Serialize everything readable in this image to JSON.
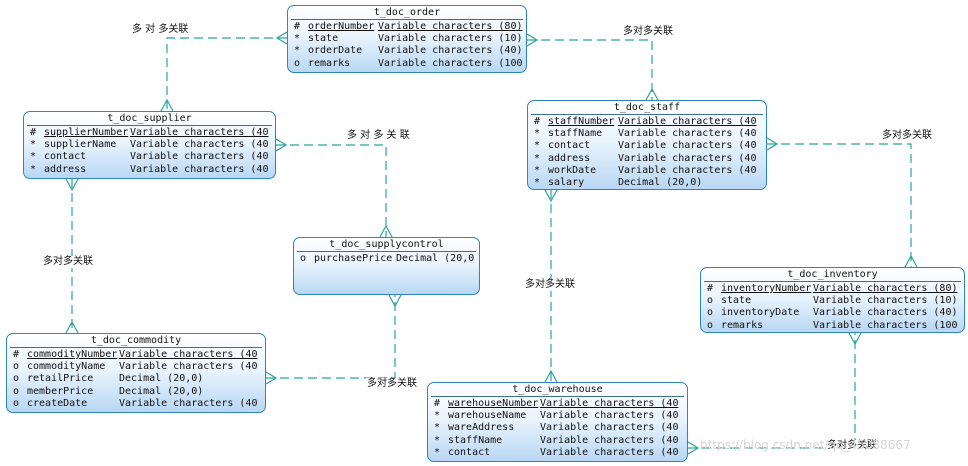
{
  "entities": {
    "order": {
      "title": "t_doc_order",
      "rows": [
        {
          "key": "#",
          "name": "orderNumber",
          "type": "Variable characters (80)",
          "pk": true
        },
        {
          "key": "*",
          "name": "state",
          "type": "Variable characters (10)"
        },
        {
          "key": "*",
          "name": "orderDate",
          "type": "Variable characters (40)"
        },
        {
          "key": "o",
          "name": "remarks",
          "type": "Variable characters (100"
        }
      ]
    },
    "supplier": {
      "title": "t_doc_supplier",
      "rows": [
        {
          "key": "#",
          "name": "supplierNumber",
          "type": "Variable characters (40",
          "pk": true
        },
        {
          "key": "*",
          "name": "supplierName",
          "type": "Variable characters (40"
        },
        {
          "key": "*",
          "name": "contact",
          "type": "Variable characters (40"
        },
        {
          "key": "*",
          "name": "address",
          "type": "Variable characters (40"
        }
      ]
    },
    "staff": {
      "title": "t_doc_staff",
      "rows": [
        {
          "key": "#",
          "name": "staffNumber",
          "type": "Variable characters (40",
          "pk": true
        },
        {
          "key": "*",
          "name": "staffName",
          "type": "Variable characters (40"
        },
        {
          "key": "*",
          "name": "contact",
          "type": "Variable characters (40"
        },
        {
          "key": "*",
          "name": "address",
          "type": "Variable characters (40"
        },
        {
          "key": "*",
          "name": "workDate",
          "type": "Variable characters (40"
        },
        {
          "key": "*",
          "name": "salary",
          "type": "Decimal (20,0)"
        }
      ]
    },
    "supplycontrol": {
      "title": "t_doc_supplycontrol",
      "rows": [
        {
          "key": "o",
          "name": "purchasePrice",
          "type": "Decimal (20,0"
        }
      ]
    },
    "inventory": {
      "title": "t_doc_inventory",
      "rows": [
        {
          "key": "#",
          "name": "inventoryNumber",
          "type": "Variable characters (80)",
          "pk": true
        },
        {
          "key": "o",
          "name": "state",
          "type": "Variable characters (10)"
        },
        {
          "key": "o",
          "name": "inventoryDate",
          "type": "Variable characters (40)"
        },
        {
          "key": "o",
          "name": "remarks",
          "type": "Variable characters (100"
        }
      ]
    },
    "commodity": {
      "title": "t_doc_commodity",
      "rows": [
        {
          "key": "#",
          "name": "commodityNumber",
          "type": "Variable characters (40",
          "pk": true
        },
        {
          "key": "o",
          "name": "commodityName",
          "type": "Variable characters (40"
        },
        {
          "key": "o",
          "name": "retailPrice",
          "type": "Decimal (20,0)"
        },
        {
          "key": "o",
          "name": "memberPrice",
          "type": "Decimal (20,0)"
        },
        {
          "key": "o",
          "name": "createDate",
          "type": "Variable characters (40"
        }
      ]
    },
    "warehouse": {
      "title": "t_doc_warehouse",
      "rows": [
        {
          "key": "#",
          "name": "warehouseNumber",
          "type": "Variable characters (40",
          "pk": true
        },
        {
          "key": "*",
          "name": "warehouseName",
          "type": "Variable characters (40"
        },
        {
          "key": "*",
          "name": "wareAddress",
          "type": "Variable characters (40"
        },
        {
          "key": "*",
          "name": "staffName",
          "type": "Variable characters (40"
        },
        {
          "key": "*",
          "name": "contact",
          "type": "Variable characters (40"
        }
      ]
    }
  },
  "relationship_labels": {
    "order_supplier": "多 对 多关联",
    "order_staff": "多对多关联",
    "supplier_supplycontrol": "多 对 多 关 联",
    "staff_inventory": "多对多关联",
    "supplier_commodity": "多对多关联",
    "staff_warehouse": "多对多关联",
    "commodity_supplycontrol": "多对多关联",
    "warehouse_inventory": "多对多关联"
  },
  "watermark": "https://blog.csdn.net/qq_45088667",
  "colors": {
    "line": "#2aa59a",
    "entity_border": "#2f86b8",
    "entity_gradient_end": "#b9d7f3"
  }
}
